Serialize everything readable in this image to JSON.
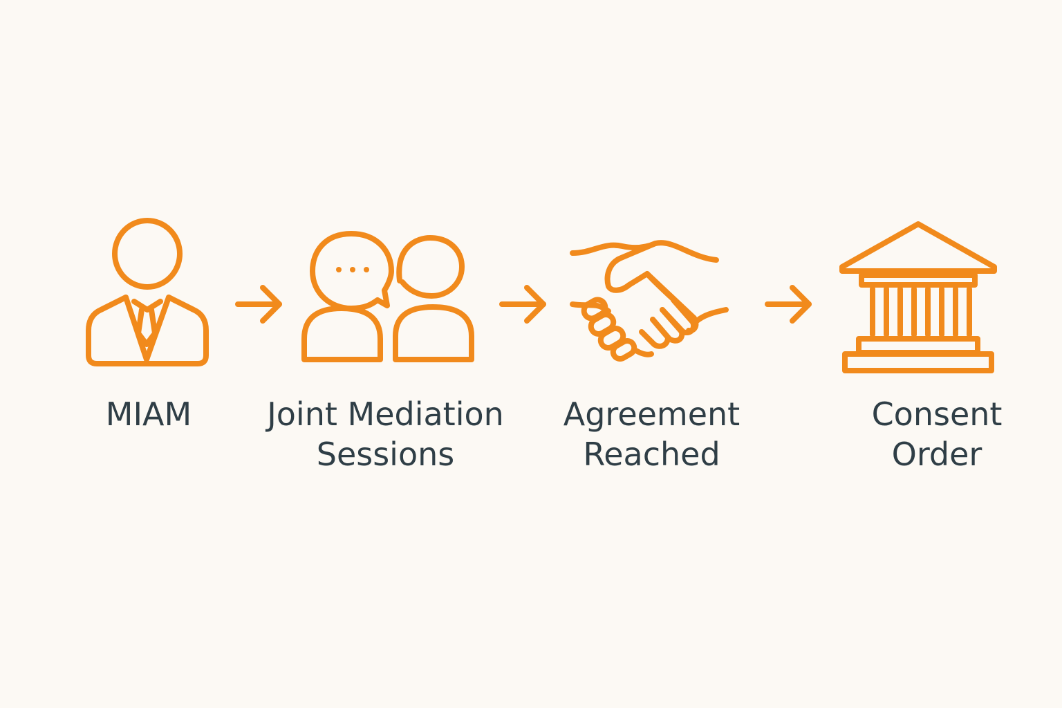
{
  "colors": {
    "accent": "#f18a1c",
    "text": "#2f3e46",
    "background": "#fcf9f4"
  },
  "steps": [
    {
      "icon": "mediator-person-icon",
      "lines": [
        "MIAM"
      ]
    },
    {
      "icon": "two-people-speech-icon",
      "lines": [
        "Joint Mediation",
        "Sessions"
      ]
    },
    {
      "icon": "handshake-icon",
      "lines": [
        "Agreement",
        "Reached"
      ]
    },
    {
      "icon": "courthouse-icon",
      "lines": [
        "Consent",
        "Order"
      ]
    }
  ],
  "arrows": [
    {
      "icon": "arrow-right-icon"
    },
    {
      "icon": "arrow-right-icon"
    },
    {
      "icon": "arrow-right-icon"
    }
  ]
}
